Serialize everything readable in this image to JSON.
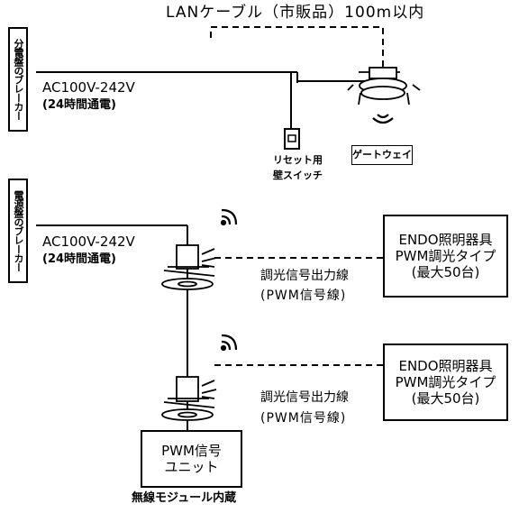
{
  "top": {
    "lan_cable": "LANケーブル（市販品）100m以内",
    "breaker_label": "分電盤のブレーカー",
    "voltage": "AC100V-242V",
    "hours": "(24時間通電)",
    "reset_switch": [
      "リセット用",
      "壁スイッチ"
    ],
    "gateway": "ゲートウェイ"
  },
  "bottom": {
    "breaker_label": "電源盤のブレーカー",
    "voltage": "AC100V-242V",
    "hours": "(24時間通電)",
    "signal_line_1": [
      "調光信号出力線",
      "(PWM信号線)"
    ],
    "signal_line_2": [
      "調光信号出力線",
      "(PWM信号線)"
    ],
    "fixture_box_1": [
      "ENDO照明器具",
      "PWM調光タイプ",
      "(最大50台)"
    ],
    "fixture_box_2": [
      "ENDO照明器具",
      "PWM調光タイプ",
      "(最大50台)"
    ],
    "pwm_unit": [
      "PWM信号",
      "ユニット"
    ],
    "wireless_module": "無線モジュール内蔵"
  }
}
